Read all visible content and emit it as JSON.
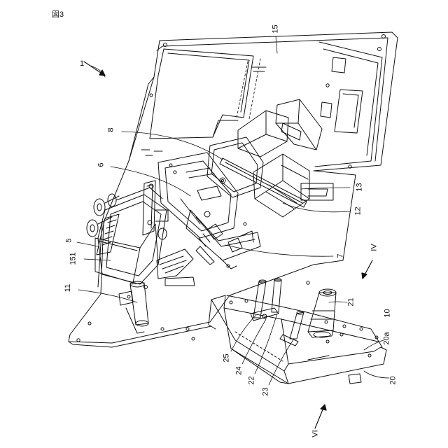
{
  "figure_label": "図3",
  "callouts": {
    "c1": "1",
    "c15": "15",
    "c8": "8",
    "c6": "6",
    "c5": "5",
    "c151": "151",
    "c11": "11",
    "c13": "13",
    "c12": "12",
    "c7": "7",
    "cIV": "IV",
    "c21": "21",
    "c10": "10",
    "c20a": "20a",
    "c20": "20",
    "c25": "25",
    "c24": "24",
    "c22": "22",
    "c23": "23",
    "cVI": "VI"
  },
  "colors": {
    "ink": "#111111",
    "paper": "#ffffff",
    "hatch": "#444444"
  }
}
